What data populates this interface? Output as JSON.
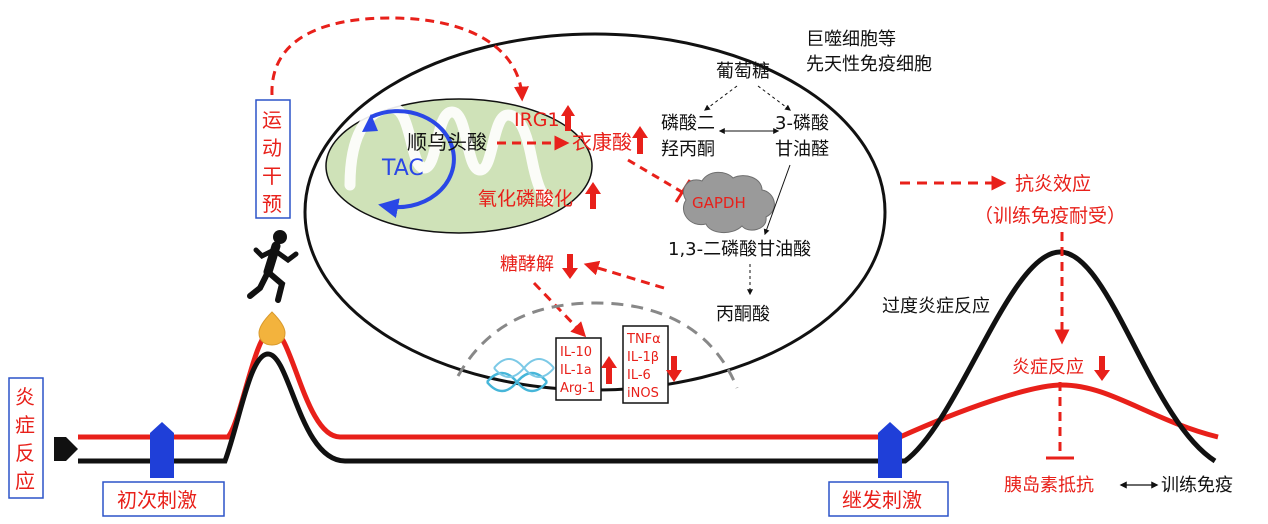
{
  "cell": {
    "label_line1": "巨噬细胞等",
    "label_line2": "先天性免疫细胞"
  },
  "mito": {
    "tac": "TAC",
    "cis_aconitate": "顺乌头酸",
    "irg1": "IRG1",
    "itaconate": "衣康酸",
    "oxphos": "氧化磷酸化"
  },
  "glycolysis": {
    "glucose": "葡萄糖",
    "dhap_line1": "磷酸二",
    "dhap_line2": "羟丙酮",
    "g3p_line1": "3-磷酸",
    "g3p_line2": "甘油醛",
    "gapdh": "GAPDH",
    "bpg": "1,3-二磷酸甘油酸",
    "pyruvate": "丙酮酸",
    "glycolysis_label": "糖酵解"
  },
  "nucleus": {
    "anti_markers": [
      "IL-10",
      "IL-1a",
      "Arg-1"
    ],
    "pro_markers": [
      "TNFα",
      "IL-1β",
      "IL-6",
      "iNOS"
    ]
  },
  "outcomes": {
    "anti_inflammatory": "抗炎效应",
    "trained_tolerance": "（训练免疫耐受）",
    "excessive": "过度炎症反应",
    "inflammation": "炎症反应",
    "insulin_resistance": "胰岛素抵抗",
    "trained_immunity": "训练免疫"
  },
  "left_labels": {
    "exercise_chars": [
      "运",
      "动",
      "干",
      "预"
    ],
    "inflammation_chars": [
      "炎",
      "症",
      "反",
      "应"
    ]
  },
  "stimuli": {
    "primary": "初次刺激",
    "secondary": "继发刺激"
  },
  "colors": {
    "red": "#e8201a",
    "blue_frame": "#2c53c9",
    "blue_block": "#1f3fd8",
    "mito_fill": "#cfe2b8",
    "tac_blue": "#2a47e6",
    "gapdh_grey": "#9a9a9a",
    "drop": "#f3b33d"
  }
}
